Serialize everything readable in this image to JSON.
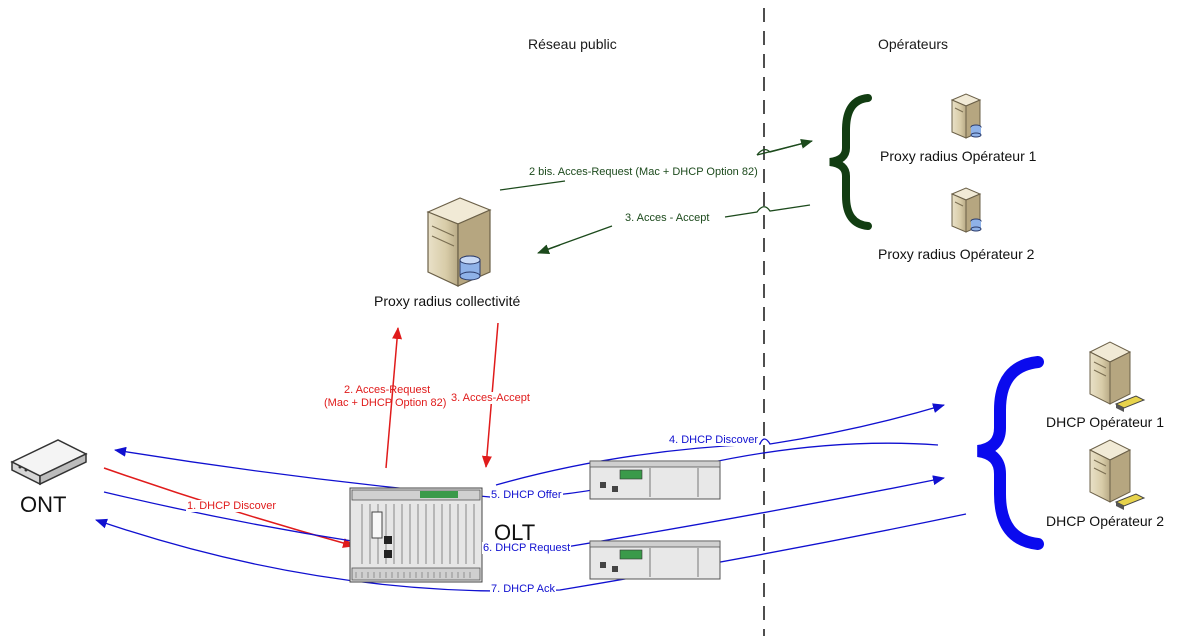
{
  "sections": {
    "public": "Réseau public",
    "operators": "Opérateurs"
  },
  "nodes": {
    "ont": "ONT",
    "olt": "OLT",
    "proxy_collectivite": "Proxy radius collectivité",
    "proxy_op1": "Proxy radius Opérateur 1",
    "proxy_op2": "Proxy radius Opérateur 2",
    "dhcp_op1": "DHCP Opérateur 1",
    "dhcp_op2": "DHCP Opérateur 2"
  },
  "messages": {
    "m1": "1. DHCP Discover",
    "m2_line1": "2. Acces-Request",
    "m2_line2": "(Mac + DHCP Option 82)",
    "m2bis": "2 bis. Acces-Request (Mac + DHCP Option 82)",
    "m3": "3. Acces-Accept",
    "m3_op": "3. Acces - Accept",
    "m4": "4. DHCP Discover",
    "m5": "5. DHCP Offer",
    "m6": "6. DHCP Request",
    "m7": "7. DHCP Ack"
  },
  "colors": {
    "radius_local": "#e01b1b",
    "dhcp": "#1010d0",
    "radius_operator": "#1c4a1c",
    "brace_dhcp": "#0a0aee",
    "brace_radius": "#123d12"
  }
}
